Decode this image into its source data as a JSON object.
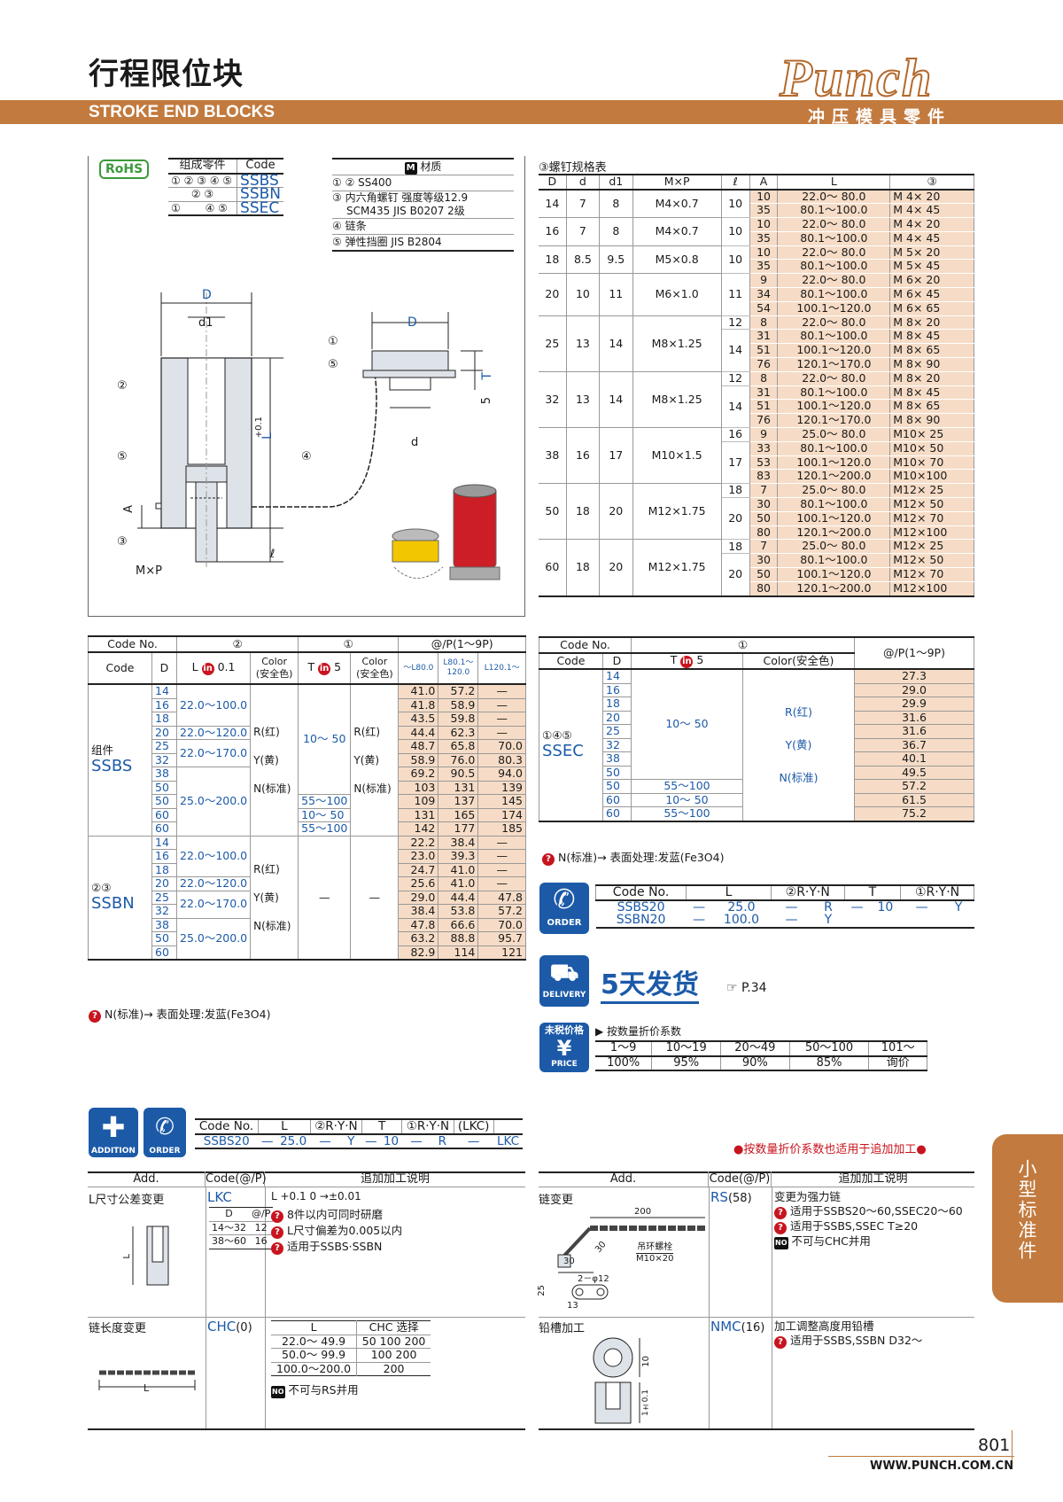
{
  "header": {
    "title_cn": "行程限位块",
    "title_en": "STROKE END BLOCKS",
    "logo": "Punch",
    "logo_sub": "冲压模具零件"
  },
  "rohs": "RoHS",
  "components": {
    "headers": [
      "组成零件",
      "Code"
    ],
    "rows": [
      [
        "① ② ③ ④ ⑤",
        "SSBS"
      ],
      [
        "② ③",
        "SSBN"
      ],
      [
        "①　　 ④ ⑤",
        "SSEC"
      ]
    ]
  },
  "material": {
    "header": "材质",
    "header_tag": "M",
    "rows": [
      "① ② SS400",
      "③ 内六角螺钉  强度等级12.9",
      "SCM435      JIS B0207   2级",
      "④ 链条",
      "⑤ 弹性挡圈   JIS B2804"
    ]
  },
  "drawing": {
    "D": "D",
    "d1": "d1",
    "L": "L",
    "L_tol": "+0.1",
    "L_tol2": "0",
    "A": "A",
    "MxP": "M×P",
    "l": "ℓ",
    "T": "T",
    "five": "5",
    "d": "d",
    "n1": "①",
    "n2": "②",
    "n3": "③",
    "n4": "④",
    "n5": "⑤"
  },
  "screw_table": {
    "title": "③螺钉规格表",
    "headers": [
      "D",
      "d",
      "d1",
      "M×P",
      "ℓ",
      "A",
      "L",
      "③"
    ],
    "groups": [
      {
        "D": "14",
        "d": "7",
        "d1": "8",
        "MP": "M4×0.7",
        "rows": [
          [
            "10",
            "10",
            "22.0～ 80.0",
            "M 4× 20"
          ],
          [
            "",
            "35",
            "80.1～100.0",
            "M 4× 45"
          ]
        ]
      },
      {
        "D": "16",
        "d": "7",
        "d1": "8",
        "MP": "M4×0.7",
        "rows": [
          [
            "10",
            "10",
            "22.0～ 80.0",
            "M 4× 20"
          ],
          [
            "",
            "35",
            "80.1～100.0",
            "M 4× 45"
          ]
        ]
      },
      {
        "D": "18",
        "d": "8.5",
        "d1": "9.5",
        "MP": "M5×0.8",
        "rows": [
          [
            "10",
            "10",
            "22.0～ 80.0",
            "M 5× 20"
          ],
          [
            "",
            "35",
            "80.1～100.0",
            "M 5× 45"
          ]
        ]
      },
      {
        "D": "20",
        "d": "10",
        "d1": "11",
        "MP": "M6×1.0",
        "rows": [
          [
            "11",
            "9",
            "22.0～ 80.0",
            "M 6× 20"
          ],
          [
            "",
            "34",
            "80.1～100.0",
            "M 6× 45"
          ],
          [
            "",
            "54",
            "100.1～120.0",
            "M 6× 65"
          ]
        ]
      },
      {
        "D": "25",
        "d": "13",
        "d1": "14",
        "MP": "M8×1.25",
        "rows": [
          [
            "12",
            "8",
            "22.0～ 80.0",
            "M 8× 20"
          ],
          [
            "14",
            "31",
            "80.1～100.0",
            "M 8× 45"
          ],
          [
            "",
            "51",
            "100.1～120.0",
            "M 8× 65"
          ],
          [
            "",
            "76",
            "120.1～170.0",
            "M 8× 90"
          ]
        ]
      },
      {
        "D": "32",
        "d": "13",
        "d1": "14",
        "MP": "M8×1.25",
        "rows": [
          [
            "12",
            "8",
            "22.0～ 80.0",
            "M 8× 20"
          ],
          [
            "14",
            "31",
            "80.1～100.0",
            "M 8× 45"
          ],
          [
            "",
            "51",
            "100.1～120.0",
            "M 8× 65"
          ],
          [
            "",
            "76",
            "120.1～170.0",
            "M 8× 90"
          ]
        ]
      },
      {
        "D": "38",
        "d": "16",
        "d1": "17",
        "MP": "M10×1.5",
        "rows": [
          [
            "16",
            "9",
            "25.0～ 80.0",
            "M10× 25"
          ],
          [
            "17",
            "33",
            "80.1～100.0",
            "M10× 50"
          ],
          [
            "",
            "53",
            "100.1～120.0",
            "M10× 70"
          ],
          [
            "",
            "83",
            "120.1～200.0",
            "M10×100"
          ]
        ]
      },
      {
        "D": "50",
        "d": "18",
        "d1": "20",
        "MP": "M12×1.75",
        "rows": [
          [
            "18",
            "7",
            "25.0～ 80.0",
            "M12× 25"
          ],
          [
            "20",
            "30",
            "80.1～100.0",
            "M12× 50"
          ],
          [
            "",
            "50",
            "100.1～120.0",
            "M12× 70"
          ],
          [
            "",
            "80",
            "120.1～200.0",
            "M12×100"
          ]
        ]
      },
      {
        "D": "60",
        "d": "18",
        "d1": "20",
        "MP": "M12×1.75",
        "rows": [
          [
            "18",
            "7",
            "25.0～ 80.0",
            "M12× 25"
          ],
          [
            "20",
            "30",
            "80.1～100.0",
            "M12× 50"
          ],
          [
            "",
            "50",
            "100.1～120.0",
            "M12× 70"
          ],
          [
            "",
            "80",
            "120.1～200.0",
            "M12×100"
          ]
        ]
      }
    ]
  },
  "ssbs_table": {
    "h_codeno": "Code No.",
    "h2": "②",
    "h1": "①",
    "hp": "@/P(1～9P)",
    "h_code": "Code",
    "h_D": "D",
    "h_L": "L",
    "h_L_tol": "0.1",
    "h_color": "Color",
    "h_color2": "(安全色)",
    "h_T": "T",
    "h_T_val": "5",
    "hp1": "～L80.0",
    "hp2": "L80.1～",
    "hp2b": "120.0",
    "hp3": "L120.1～",
    "ssbs_label": "组件",
    "ssbs_code": "SSBS",
    "ssbn_label": "②③",
    "ssbn_code": "SSBN",
    "L_ranges": [
      "22.0～100.0",
      "22.0～120.0",
      "22.0～170.0",
      "25.0～200.0"
    ],
    "colors": [
      "R(红)",
      "Y(黄)",
      "N(标准)"
    ],
    "T1": "10～ 50",
    "T_rows": [
      "55～100",
      "10～ 50",
      "55～100"
    ],
    "dash": "—",
    "ssbs_rows": [
      [
        "14",
        "41.0",
        "57.2",
        "—"
      ],
      [
        "16",
        "41.8",
        "58.9",
        "—"
      ],
      [
        "18",
        "43.5",
        "59.8",
        "—"
      ],
      [
        "20",
        "44.4",
        "62.3",
        "—"
      ],
      [
        "25",
        "48.7",
        "65.8",
        "70.0"
      ],
      [
        "32",
        "58.9",
        "76.0",
        "80.3"
      ],
      [
        "38",
        "69.2",
        "90.5",
        "94.0"
      ],
      [
        "50",
        "103",
        "131",
        "139"
      ],
      [
        "50",
        "109",
        "137",
        "145"
      ],
      [
        "60",
        "131",
        "165",
        "174"
      ],
      [
        "60",
        "142",
        "177",
        "185"
      ]
    ],
    "ssbn_rows": [
      [
        "14",
        "22.2",
        "38.4",
        "—"
      ],
      [
        "16",
        "23.0",
        "39.3",
        "—"
      ],
      [
        "18",
        "24.7",
        "41.0",
        "—"
      ],
      [
        "20",
        "25.6",
        "41.0",
        "—"
      ],
      [
        "25",
        "29.0",
        "44.4",
        "47.8"
      ],
      [
        "32",
        "38.4",
        "53.8",
        "57.2"
      ],
      [
        "38",
        "47.8",
        "66.6",
        "70.0"
      ],
      [
        "50",
        "63.2",
        "88.8",
        "95.7"
      ],
      [
        "60",
        "82.9",
        "114",
        "121"
      ]
    ],
    "note": "N(标准)→ 表面处理:发蓝(Fe3O4)"
  },
  "ssec_table": {
    "h_codeno": "Code No.",
    "h1": "①",
    "hp": "@/P(1～9P)",
    "h_code": "Code",
    "h_D": "D",
    "h_T": "T",
    "h_T_val": "5",
    "h_color": "Color(安全色)",
    "label": "①④⑤",
    "code": "SSEC",
    "T_ranges": [
      "10～ 50",
      "55～100",
      "10～ 50",
      "55～100"
    ],
    "colors": [
      "R(红)",
      "Y(黄)",
      "N(标准)"
    ],
    "rows": [
      [
        "14",
        "27.3"
      ],
      [
        "16",
        "29.0"
      ],
      [
        "18",
        "29.9"
      ],
      [
        "20",
        "31.6"
      ],
      [
        "25",
        "31.6"
      ],
      [
        "32",
        "36.7"
      ],
      [
        "38",
        "40.1"
      ],
      [
        "50",
        "49.5"
      ],
      [
        "50",
        "57.2"
      ],
      [
        "60",
        "61.5"
      ],
      [
        "60",
        "75.2"
      ]
    ],
    "note": "N(标准)→ 表面处理:发蓝(Fe3O4)"
  },
  "order": {
    "icon": "ORDER",
    "headers": [
      "Code No.",
      "L",
      "②R·Y·N",
      "T",
      "①R·Y·N"
    ],
    "rows": [
      [
        "SSBS20",
        "—",
        "25.0",
        "—",
        "R",
        "—",
        "10",
        "—",
        "Y"
      ],
      [
        "SSBN20",
        "—",
        "100.0",
        "—",
        "Y",
        "",
        "",
        "",
        ""
      ]
    ]
  },
  "delivery": {
    "icon": "DELIVERY",
    "text": "5天发货",
    "ref": "☞ P.34"
  },
  "price": {
    "icon_top": "未税价格",
    "icon_bottom": "PRICE",
    "title": "按数量折价系数",
    "qty": [
      "1～9",
      "10～19",
      "20～49",
      "50～100",
      "101～"
    ],
    "rate": [
      "100%",
      "95%",
      "90%",
      "85%",
      "询价"
    ]
  },
  "addition": {
    "icon_add": "ADDITION",
    "icon_order": "ORDER",
    "headers": [
      "Code No.",
      "L",
      "②R·Y·N",
      "T",
      "①R·Y·N",
      "(LKC)"
    ],
    "row": [
      "SSBS20",
      "—",
      "25.0",
      "—",
      "Y",
      "—",
      "10",
      "—",
      "R",
      "—",
      "LKC"
    ],
    "note": "●按数量折价系数也适用于追加加工●"
  },
  "add_left": {
    "headers": [
      "Add.",
      "Code(@/P)",
      "追加加工说明"
    ],
    "lkc": {
      "name": "L尺寸公差变更",
      "code": "LKC",
      "tol": "L +0.1 0 →±0.01",
      "sub_h": [
        "D",
        "@/P"
      ],
      "sub": [
        [
          "14～32",
          "12"
        ],
        [
          "38～60",
          "16"
        ]
      ],
      "notes": [
        "8件以内可同时研磨",
        "L尺寸偏差为0.005以内",
        "适用于SSBS·SSBN"
      ],
      "lbl_L": "L"
    },
    "chc": {
      "name": "链长度变更",
      "code": "CHC",
      "price": "(0)",
      "sub_h": [
        "L",
        "CHC 选择"
      ],
      "sub": [
        [
          "22.0～ 49.9",
          "50 100 200"
        ],
        [
          "50.0～ 99.9",
          "100 200"
        ],
        [
          "100.0～200.0",
          "200"
        ]
      ],
      "note": "不可与RS并用",
      "no": "NO",
      "lbl_L": "L"
    }
  },
  "add_right": {
    "headers": [
      "Add.",
      "Code(@/P)",
      "追加加工说明"
    ],
    "rs": {
      "name": "链变更",
      "code": "RS",
      "price": "(58)",
      "desc": "变更为强力链",
      "notes": [
        "适用于SSBS20～60,SSEC20～60",
        "适用于SSBS,SSEC  T≥20"
      ],
      "no_note": "不可与CHC并用",
      "no": "NO",
      "dims": [
        "200",
        "30",
        "30",
        "2－φ12",
        "25",
        "13",
        "吊环螺栓",
        "M10×20"
      ]
    },
    "nmc": {
      "name": "铅槽加工",
      "code": "NMC",
      "price": "(16)",
      "desc": "加工调整高度用铅槽",
      "note": "适用于SSBS,SSBN  D32～",
      "dims": [
        "10",
        "1±0.1"
      ]
    }
  },
  "side_tab": "小型标准件",
  "footer": {
    "page": "801",
    "url": "WWW.PUNCH.COM.CN"
  }
}
